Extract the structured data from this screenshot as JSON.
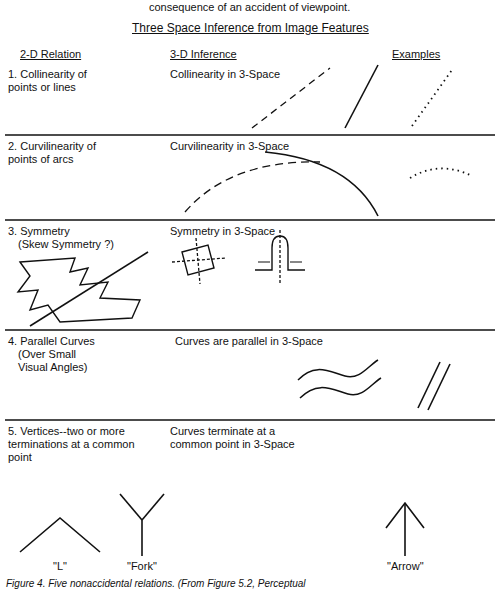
{
  "diagram": {
    "title": "Three Space Inference from Image Features",
    "caption": "Figure 4. Five nonaccidental relations. (From Figure 5.2, Perceptual",
    "labels": [
      "consequence of an accident of viewpoint.",
      "2-D Relation",
      "3-D Inference",
      "Examples",
      "1. Collinearity of points or lines",
      "Collinearity in 3-Space",
      "2. Curvilinearity of points of arcs",
      "Curvilinearity in 3-Space",
      "3. Symmetry",
      "(Skew Symmetry ?)",
      "Symmetry in 3-Space",
      "4. Parallel Curves",
      "(Over Small Visual Angles)",
      "Curves are parallel in 3-Space",
      "5. Vertices--two or more terminations at a common point",
      "Curves terminate at a common point in 3-Space",
      "\"L\"",
      "\"Fork\"",
      "\"Arrow\""
    ]
  }
}
